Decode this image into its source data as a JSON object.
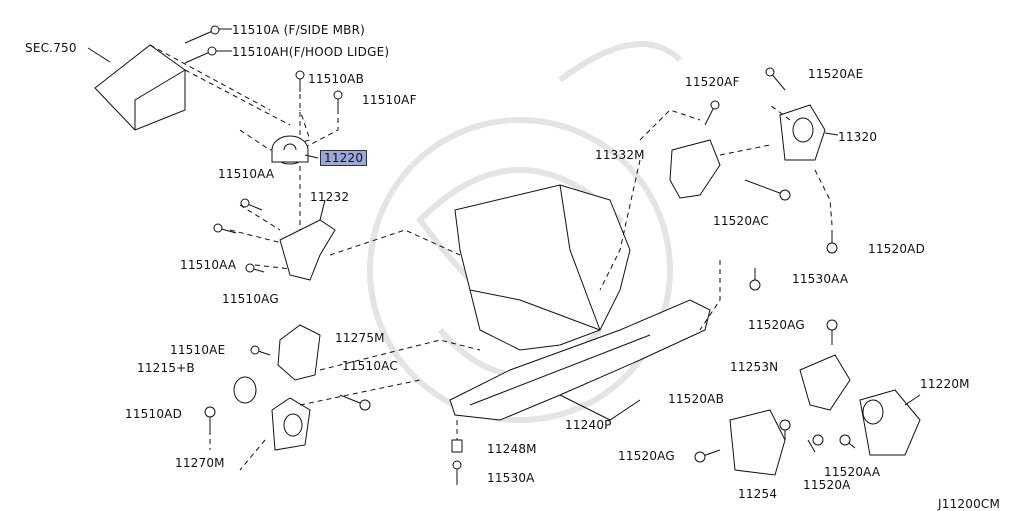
{
  "diagram": {
    "code": "J11200CM",
    "highlighted_part": "11220",
    "parts": {
      "p11510A": "11510A (F/SIDE MBR)",
      "p11510AH": "11510AH(F/HOOD LIDGE)",
      "sec750": "SEC.750",
      "p11510AB": "11510AB",
      "p11510AF": "11510AF",
      "p11220": "11220",
      "p11510AA_1": "11510AA",
      "p11232": "11232",
      "p11510AA_2": "11510AA",
      "p11510AG": "11510AG",
      "p11520AF": "11520AF",
      "p11520AE": "11520AE",
      "p11332M": "11332M",
      "p11320": "11320",
      "p11520AC": "11520AC",
      "p11520AD": "11520AD",
      "p11530AA": "11530AA",
      "p11510AE": "11510AE",
      "p11275M": "11275M",
      "p11215B": "11215+B",
      "p11510AC": "11510AC",
      "p11510AD": "11510AD",
      "p11270M": "11270M",
      "p11520AG_1": "11520AG",
      "p11253N": "11253N",
      "p11220M": "11220M",
      "p11520AB": "11520AB",
      "p11240P": "11240P",
      "p11248M": "11248M",
      "p11530A": "11530A",
      "p11520AG_2": "11520AG",
      "p11254": "11254",
      "p11520A": "11520A",
      "p11520AA": "11520AA"
    }
  }
}
